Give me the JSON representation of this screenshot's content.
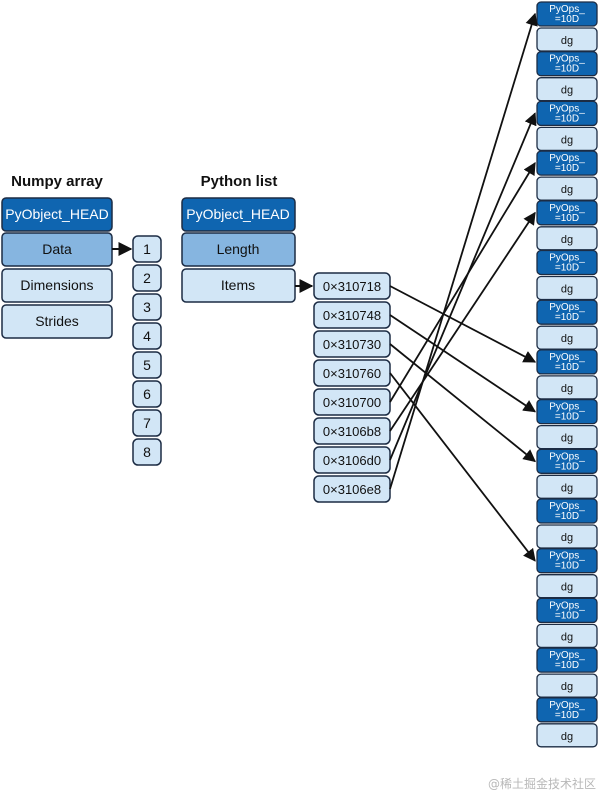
{
  "numpy_array": {
    "title": "Numpy array",
    "fields": [
      "PyObject_HEAD",
      "Data",
      "Dimensions",
      "Strides"
    ]
  },
  "data_buffer": {
    "values": [
      "1",
      "2",
      "3",
      "4",
      "5",
      "6",
      "7",
      "8"
    ]
  },
  "python_list": {
    "title": "Python list",
    "fields": [
      "PyObject_HEAD",
      "Length",
      "Items"
    ]
  },
  "pointers": {
    "addresses": [
      "0×310718",
      "0×310748",
      "0×310730",
      "0×310760",
      "0×310700",
      "0×3106b8",
      "0×3106d0",
      "0×3106e8"
    ]
  },
  "objects_column": {
    "header_line1": "PyOps_",
    "header_line2": "=10D",
    "body_label": "dg",
    "count": 15
  },
  "watermark": "@稀土掘金技术社区",
  "colors": {
    "dark_blue": "#0f65b0",
    "medium_blue": "#86b5e0",
    "light_blue": "#d2e6f6",
    "border": "#1c2c44",
    "arrow": "#111111"
  },
  "pointer_targets": [
    0,
    1,
    6,
    3,
    4,
    5,
    7,
    2
  ],
  "target_objects": [
    7,
    8,
    9,
    11,
    3,
    4,
    2,
    0
  ]
}
